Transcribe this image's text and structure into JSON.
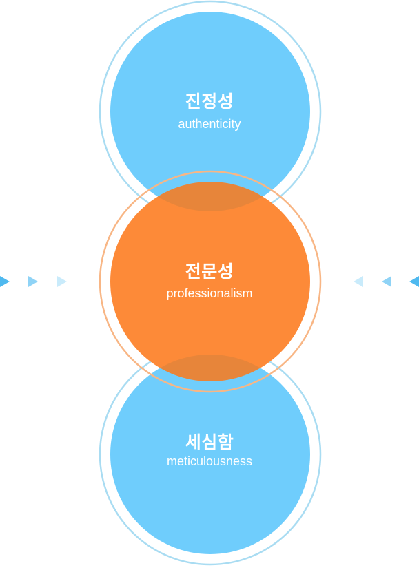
{
  "colors": {
    "blue_fill": "#6fcdfc",
    "blue_ring": "#a9dcf2",
    "orange_fill": "#fd8a38",
    "orange_ring": "#f8b685",
    "overlap": "#e7853a",
    "arrow_light": "#c9ebfb",
    "arrow_mid": "#8fd3f6",
    "arrow_dark": "#4fb9ef"
  },
  "circles": [
    {
      "id": "top",
      "title": "진정성",
      "subtitle": "authenticity",
      "fill": "blue_fill",
      "ring": "blue_ring"
    },
    {
      "id": "middle",
      "title": "전문성",
      "subtitle": "professionalism",
      "fill": "orange_fill",
      "ring": "orange_ring"
    },
    {
      "id": "bottom",
      "title": "세심함",
      "subtitle": "meticulousness",
      "fill": "blue_fill",
      "ring": "blue_ring"
    }
  ],
  "arrows": {
    "left": {
      "direction": "right",
      "count": 3
    },
    "right": {
      "direction": "left",
      "count": 3
    }
  }
}
